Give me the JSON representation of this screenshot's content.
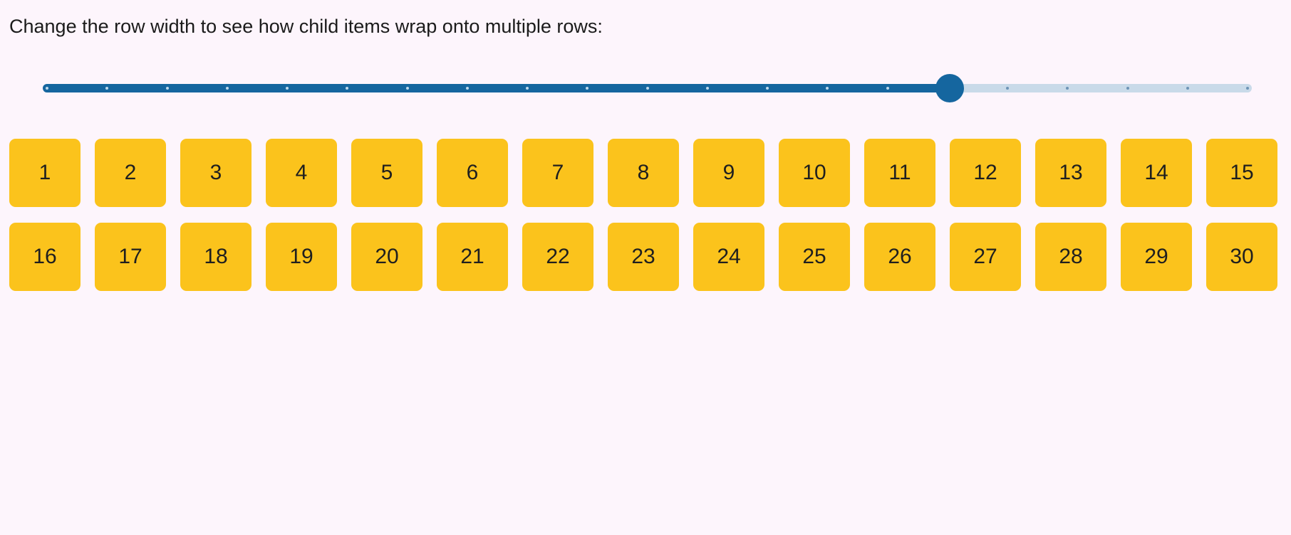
{
  "page": {
    "background_color": "#fdf5fc",
    "title": "Change the row width to see how child items wrap onto multiple rows:",
    "title_color": "#1b1b1b"
  },
  "slider": {
    "value_percent": 75,
    "tick_count": 21,
    "accent_color": "#15669f",
    "rail_color": "#c9dae9",
    "tick_color_filled": "#bcd7ea",
    "tick_color_rail": "#6e94b6"
  },
  "tiles": {
    "count": 30,
    "per_row": 15,
    "labels": [
      "1",
      "2",
      "3",
      "4",
      "5",
      "6",
      "7",
      "8",
      "9",
      "10",
      "11",
      "12",
      "13",
      "14",
      "15",
      "16",
      "17",
      "18",
      "19",
      "20",
      "21",
      "22",
      "23",
      "24",
      "25",
      "26",
      "27",
      "28",
      "29",
      "30"
    ],
    "fill_color": "#fbc31c",
    "text_color": "#1f1f1f"
  }
}
